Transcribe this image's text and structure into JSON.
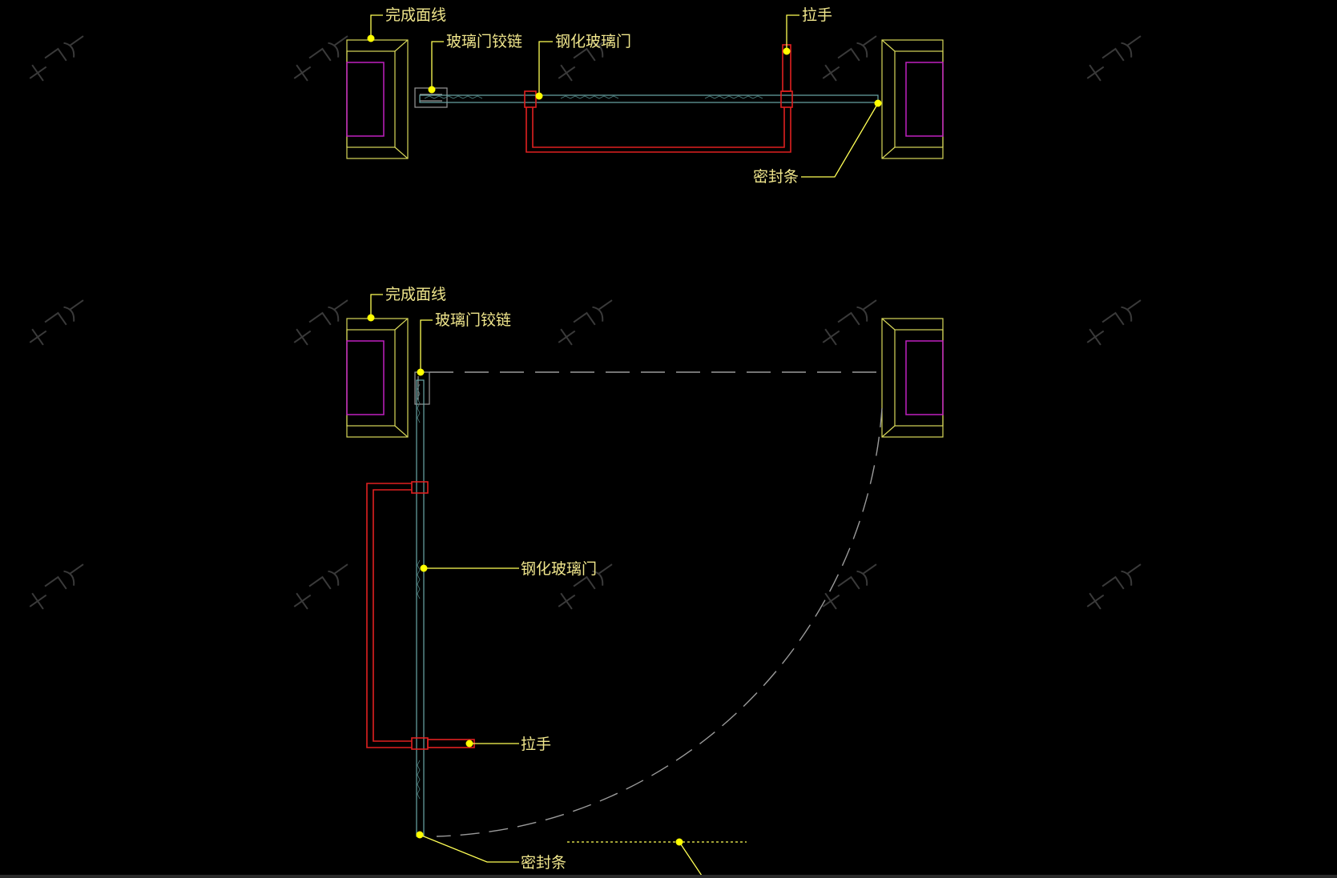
{
  "labels": {
    "finish_line": "完成面线",
    "hinge": "玻璃门铰链",
    "tempered_glass_door": "钢化玻璃门",
    "handle": "拉手",
    "seal_strip": "密封条"
  },
  "colors": {
    "background": "#000000",
    "label_text": "#f0e68c",
    "leader": "#ffff55",
    "wall": "#d8d85a",
    "insulation": "#c020c0",
    "handle": "#e02020",
    "glass": "#6aa8a8",
    "swing_arc": "#9a9a9a"
  }
}
